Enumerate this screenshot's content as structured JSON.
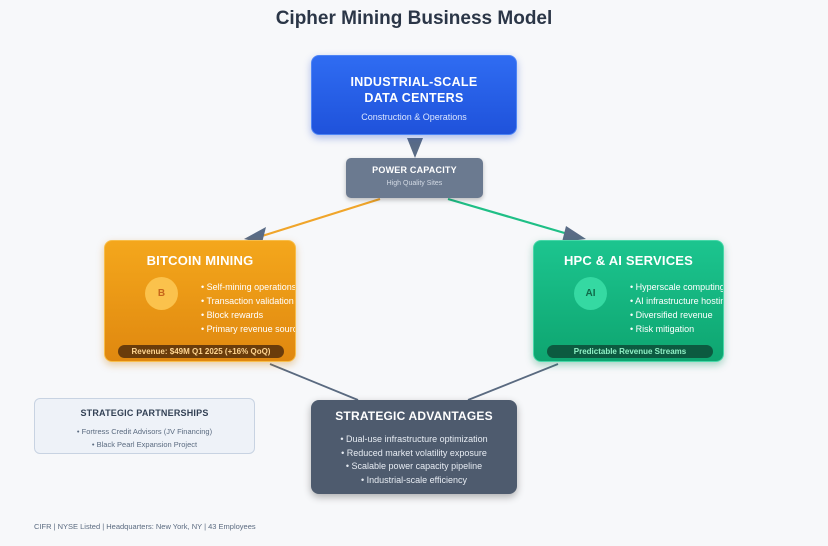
{
  "title": "Cipher Mining Business Model",
  "data_centers": {
    "title_line1": "INDUSTRIAL-SCALE",
    "title_line2": "DATA CENTERS",
    "subtitle": "Construction & Operations"
  },
  "power": {
    "title": "POWER CAPACITY",
    "subtitle": "High Quality Sites"
  },
  "bitcoin": {
    "title": "BITCOIN MINING",
    "icon_glyph": "B",
    "icon_name": "bitcoin-icon",
    "bullets": [
      "Self-mining operations",
      "Transaction validation",
      "Block rewards",
      "Primary revenue source"
    ],
    "band": "Revenue: $49M Q1 2025 (+16% QoQ)",
    "color": "#f29d17"
  },
  "hpc": {
    "title": "HPC & AI SERVICES",
    "icon_glyph": "AI",
    "icon_name": "ai-icon",
    "bullets": [
      "Hyperscale computing",
      "AI infrastructure hosting",
      "Diversified revenue",
      "Risk mitigation"
    ],
    "band": "Predictable Revenue Streams",
    "color": "#16b981"
  },
  "advantages": {
    "title": "STRATEGIC ADVANTAGES",
    "bullets": [
      "Dual-use infrastructure optimization",
      "Reduced market volatility exposure",
      "Scalable power capacity pipeline",
      "Industrial-scale efficiency"
    ]
  },
  "partnerships": {
    "title": "STRATEGIC PARTNERSHIPS",
    "bullets": [
      "Fortress Credit Advisors (JV Financing)",
      "Black Pearl Expansion Project"
    ]
  },
  "footer": "CIFR | NYSE Listed | Headquarters: New York, NY | 43 Employees"
}
